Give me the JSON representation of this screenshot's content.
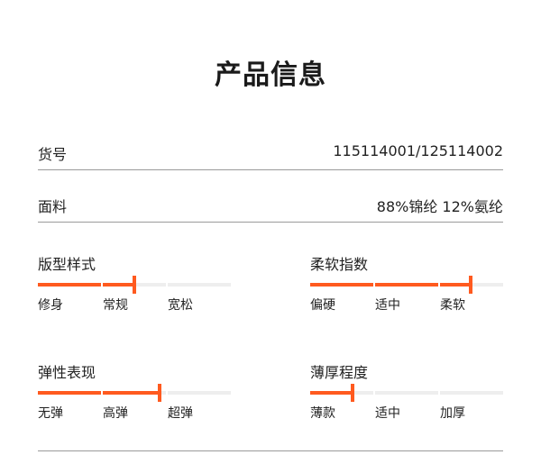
{
  "title": "产品信息",
  "info_rows": [
    {
      "label": "货号",
      "value": "115114001/125114002"
    },
    {
      "label": "面料",
      "value": "88%锦纶 12%氨纶"
    }
  ],
  "attributes": [
    {
      "title": "版型样式",
      "options": [
        "修身",
        "常规",
        "宽松"
      ],
      "level": 0.5
    },
    {
      "title": "柔软指数",
      "options": [
        "偏硬",
        "适中",
        "柔软"
      ],
      "level": 0.83
    },
    {
      "title": "弹性表现",
      "options": [
        "无弹",
        "高弹",
        "超弹"
      ],
      "level": 0.63
    },
    {
      "title": "薄厚程度",
      "options": [
        "薄款",
        "适中",
        "加厚"
      ],
      "level": 0.22
    }
  ],
  "colors": {
    "accent": "#ff5a1f",
    "track": "#eeeeee",
    "divider": "#9a9a9a"
  }
}
